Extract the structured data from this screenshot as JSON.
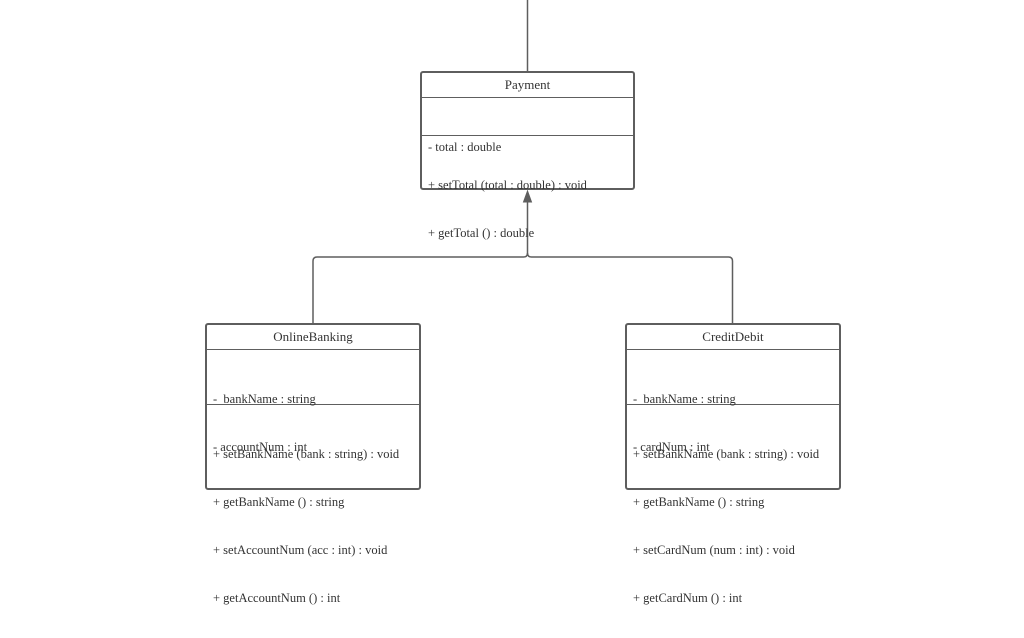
{
  "diagram": {
    "classes": {
      "payment": {
        "name": "Payment",
        "attributes": [
          "- total : double"
        ],
        "methods": [
          "+ setTotal (total : double) : void",
          "+ getTotal () : double"
        ]
      },
      "online_banking": {
        "name": "OnlineBanking",
        "attributes": [
          "-  bankName : string",
          "- accountNum : int"
        ],
        "methods": [
          "+ setBankName (bank : string) : void",
          "+ getBankName () : string",
          "+ setAccountNum (acc : int) : void",
          "+ getAccountNum () : int"
        ]
      },
      "credit_debit": {
        "name": "CreditDebit",
        "attributes": [
          "-  bankName : string",
          "- cardNum : int"
        ],
        "methods": [
          "+ setBankName (bank : string) : void",
          "+ getBankName () : string",
          "+ setCardNum (num : int) : void",
          "+ getCardNum () : int"
        ]
      }
    },
    "relationships": [
      {
        "type": "generalization",
        "from": "OnlineBanking",
        "to": "Payment"
      },
      {
        "type": "generalization",
        "from": "CreditDebit",
        "to": "Payment"
      }
    ],
    "colors": {
      "line": "#5e5e5e",
      "text": "#333333",
      "background": "#ffffff"
    }
  }
}
